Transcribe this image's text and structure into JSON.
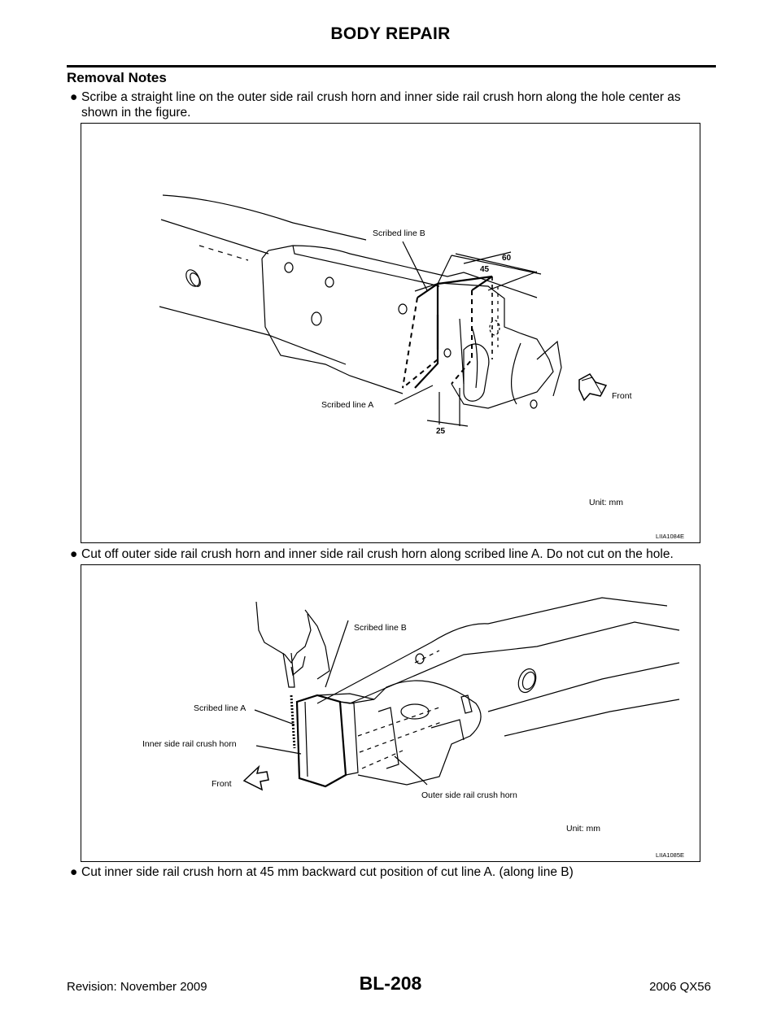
{
  "header": {
    "title": "BODY REPAIR"
  },
  "section": {
    "title": "Removal Notes"
  },
  "bullets": [
    "Scribe a straight line on the outer side rail crush horn and inner side rail crush horn along the hole center as shown in the figure.",
    "Cut off outer side rail crush horn and inner side rail crush horn along scribed line A. Do not cut on the hole.",
    "Cut inner side rail crush horn at 45 mm backward cut position of cut line A. (along line B)"
  ],
  "figure1": {
    "id": "LIIA1084E",
    "unit": "Unit: mm",
    "labels": {
      "line_b": "Scribed line B",
      "line_a": "Scribed line A",
      "front": "Front"
    },
    "dimensions": {
      "d60": "60",
      "d45": "45",
      "d25": "25"
    }
  },
  "figure2": {
    "id": "LIIA1085E",
    "unit": "Unit: mm",
    "labels": {
      "line_b": "Scribed line B",
      "line_a": "Scribed line A",
      "inner": "Inner side rail crush horn",
      "front": "Front",
      "outer": "Outer side rail crush horn"
    }
  },
  "footer": {
    "revision": "Revision: November 2009",
    "page": "BL-208",
    "model": "2006 QX56"
  }
}
